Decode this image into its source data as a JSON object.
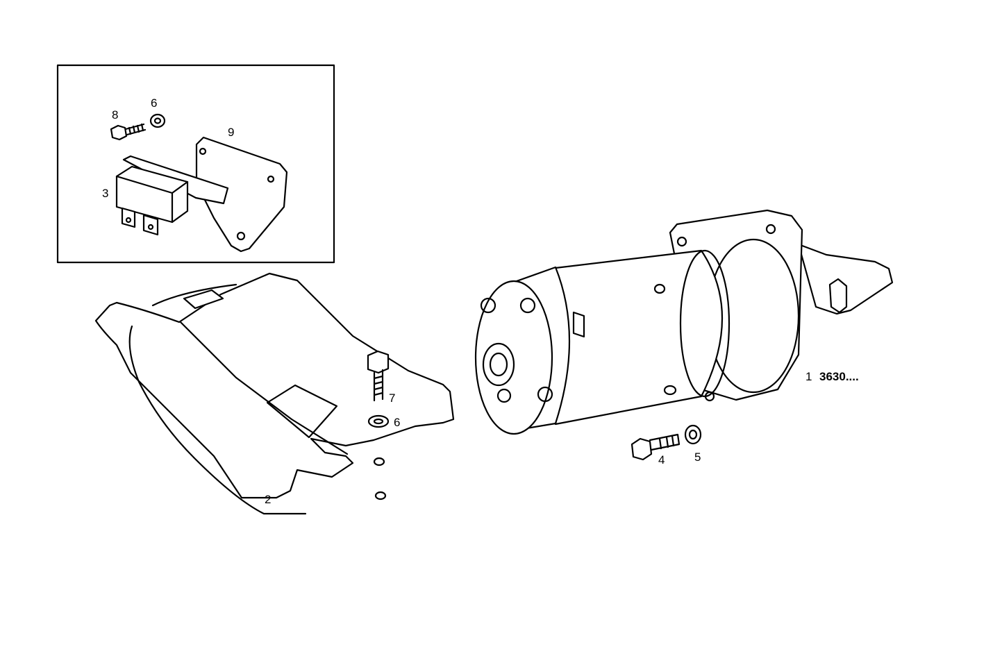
{
  "callouts": {
    "inset_bolt": "8",
    "inset_washer": "6",
    "inset_plate": "9",
    "relay": "3",
    "shield_bolt": "7",
    "shield_washer": "6",
    "heat_shield": "2",
    "starter_bolt": "4",
    "starter_washer": "5",
    "starter_motor": "1",
    "starter_part_code": "3630...."
  }
}
